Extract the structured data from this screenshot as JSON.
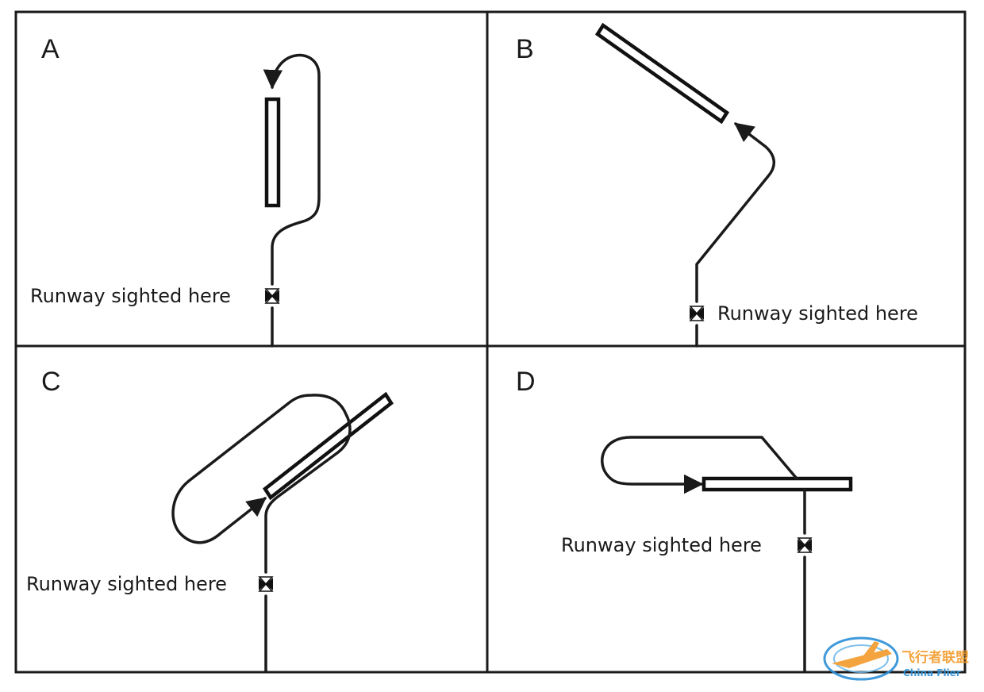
{
  "panels": [
    {
      "letter": "A",
      "label": "Runway sighted here"
    },
    {
      "letter": "B",
      "label": "Runway sighted here"
    },
    {
      "letter": "C",
      "label": "Runway sighted here"
    },
    {
      "letter": "D",
      "label": "Runway sighted here"
    }
  ],
  "watermark": {
    "title": "飞行者联盟",
    "subtitle": "China Flier"
  },
  "colors": {
    "line": "#1a1a1a",
    "watermark_orange": "#f29b2a",
    "watermark_blue": "#2b8fd6"
  },
  "icons": [
    "airport-beacon-icon",
    "arrowhead-icon",
    "plane-logo-icon"
  ]
}
